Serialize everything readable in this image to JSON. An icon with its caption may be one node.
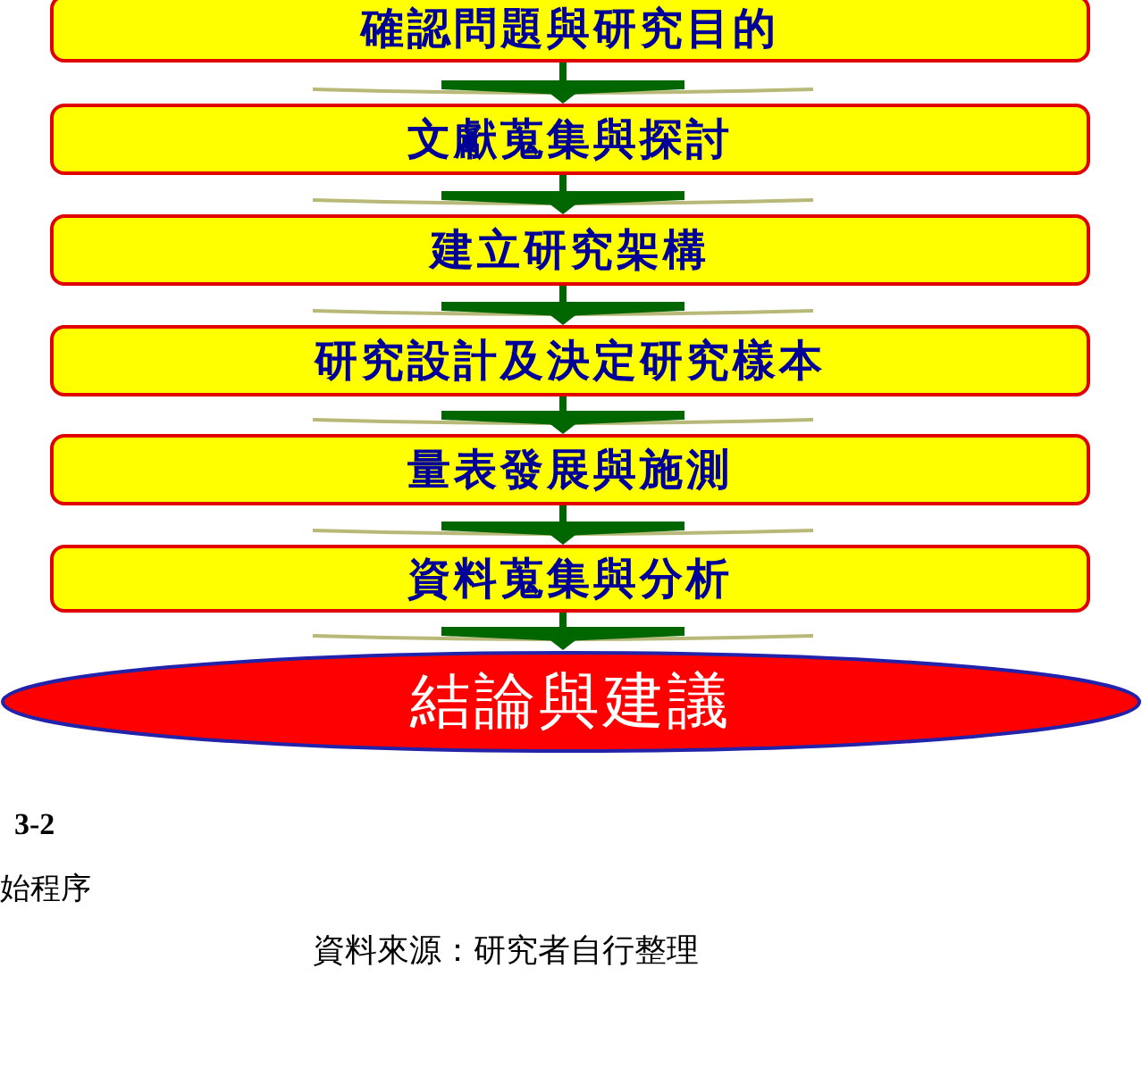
{
  "diagram": {
    "nodes": [
      {
        "text": [
          "確認問題與研究目的"
        ]
      },
      {
        "text": [
          "文獻蒐集與探討"
        ]
      },
      {
        "text": [
          "建立研究架構"
        ]
      },
      {
        "text": [
          "研究設計及決定研究樣本"
        ]
      },
      {
        "text": [
          "量表發展與施測"
        ]
      },
      {
        "text": [
          "資料蒐集與分析"
        ]
      },
      {
        "text": [
          "結論與建議"
        ]
      }
    ],
    "edges": [
      {
        "from": 0,
        "to": 1,
        "arrow": "to"
      },
      {
        "from": 1,
        "to": 2,
        "arrow": "to"
      },
      {
        "from": 2,
        "to": 3,
        "arrow": "to"
      },
      {
        "from": 3,
        "to": 4,
        "arrow": "to"
      },
      {
        "from": 4,
        "to": 5,
        "arrow": "to"
      },
      {
        "from": 5,
        "to": 6,
        "arrow": "to"
      }
    ],
    "labels": [
      "3-2",
      "始程序",
      "資料來源：研究者自行整理"
    ]
  }
}
